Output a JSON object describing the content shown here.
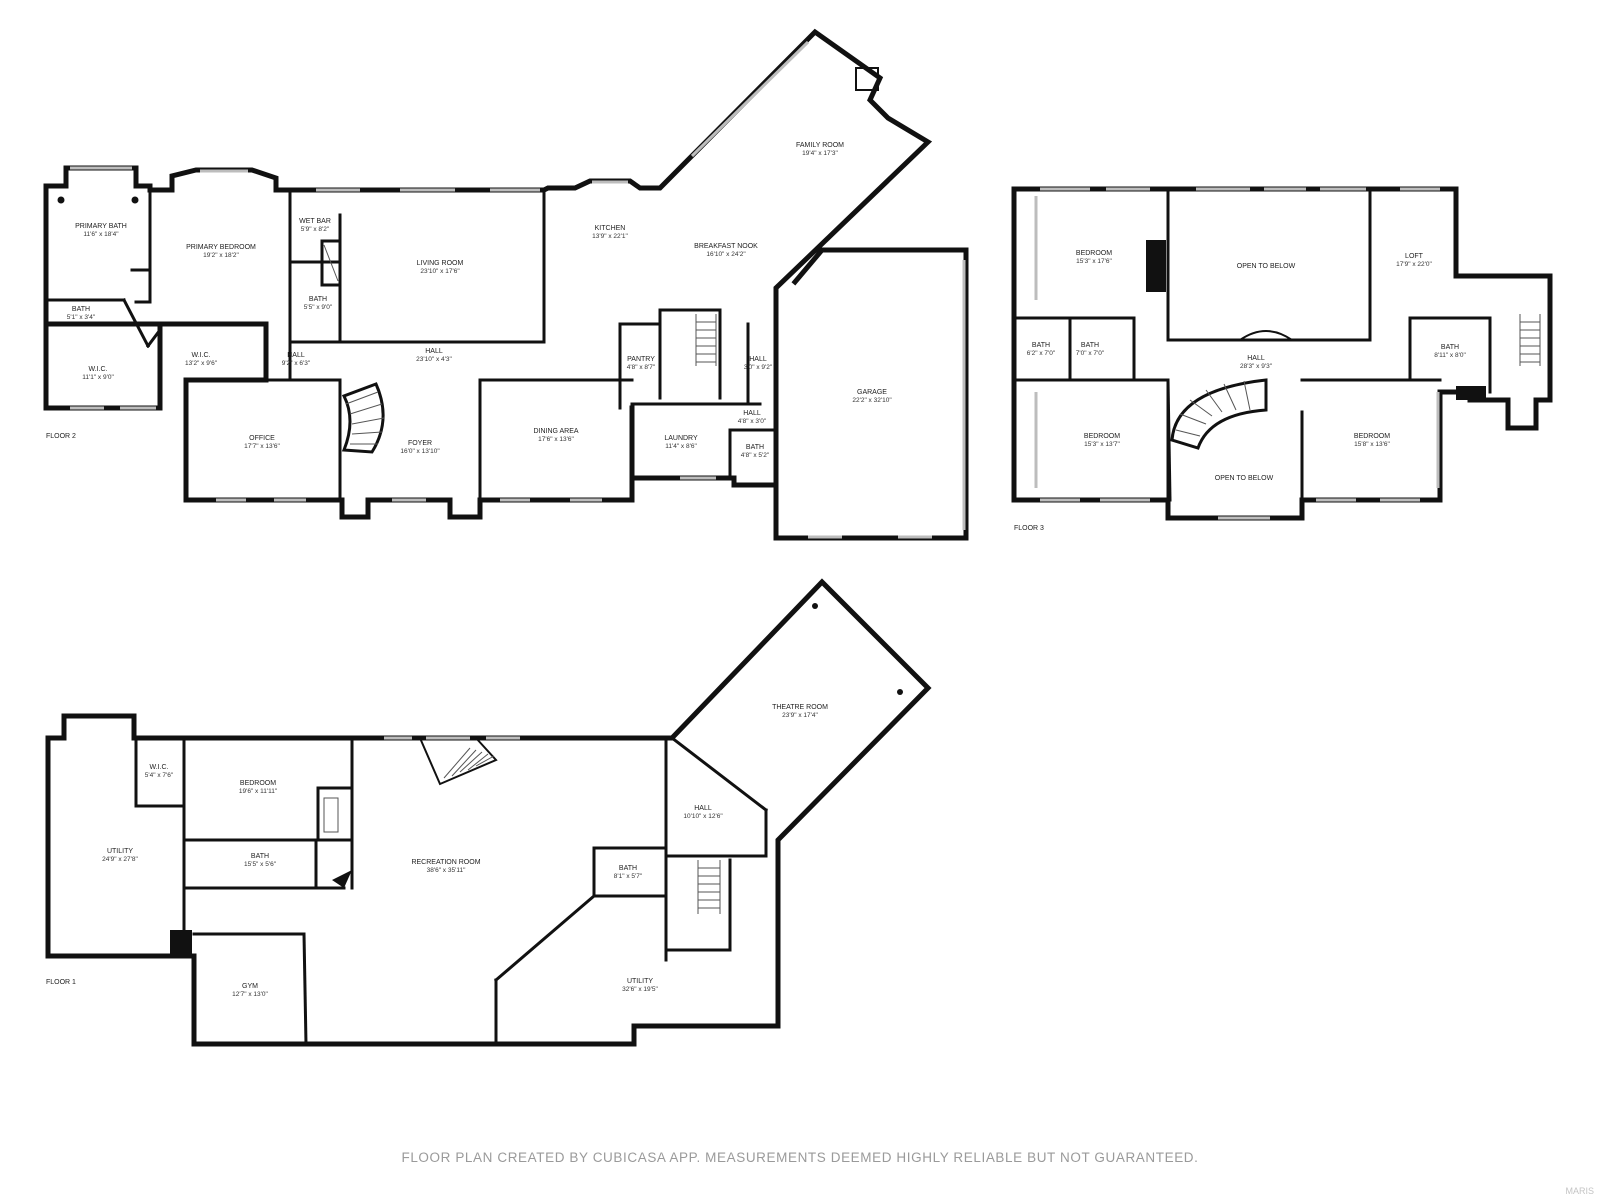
{
  "floors": [
    {
      "label": "FLOOR 2",
      "rooms": [
        {
          "name": "PRIMARY BATH",
          "dim": "11'6\" x 18'4\""
        },
        {
          "name": "PRIMARY BEDROOM",
          "dim": "19'2\" x 18'2\""
        },
        {
          "name": "WET BAR",
          "dim": "5'9\" x 8'2\""
        },
        {
          "name": "BATH",
          "dim": "5'5\" x 9'0\""
        },
        {
          "name": "LIVING ROOM",
          "dim": "23'10\" x 17'6\""
        },
        {
          "name": "KITCHEN",
          "dim": "13'9\" x 22'1\""
        },
        {
          "name": "BREAKFAST NOOK",
          "dim": "16'10\" x 24'2\""
        },
        {
          "name": "FAMILY ROOM",
          "dim": "19'4\" x 17'3\""
        },
        {
          "name": "BATH",
          "dim": "5'1\" x 3'4\""
        },
        {
          "name": "W.I.C.",
          "dim": "11'1\" x 9'0\""
        },
        {
          "name": "W.I.C.",
          "dim": "13'2\" x 9'6\""
        },
        {
          "name": "HALL",
          "dim": "9'2\" x 6'3\""
        },
        {
          "name": "HALL",
          "dim": "23'10\" x 4'3\""
        },
        {
          "name": "OFFICE",
          "dim": "17'7\" x 13'6\""
        },
        {
          "name": "FOYER",
          "dim": "16'0\" x 13'10\""
        },
        {
          "name": "DINING AREA",
          "dim": "17'6\" x 13'6\""
        },
        {
          "name": "PANTRY",
          "dim": "4'8\" x 8'7\""
        },
        {
          "name": "LAUNDRY",
          "dim": "11'4\" x 8'6\""
        },
        {
          "name": "HALL",
          "dim": "3'0\" x 9'2\""
        },
        {
          "name": "HALL",
          "dim": "4'8\" x 3'0\""
        },
        {
          "name": "BATH",
          "dim": "4'8\" x 5'2\""
        },
        {
          "name": "GARAGE",
          "dim": "22'2\" x 32'10\""
        }
      ]
    },
    {
      "label": "FLOOR 3",
      "rooms": [
        {
          "name": "BEDROOM",
          "dim": "15'3\" x 17'6\""
        },
        {
          "name": "OPEN TO BELOW",
          "dim": ""
        },
        {
          "name": "LOFT",
          "dim": "17'9\" x 22'0\""
        },
        {
          "name": "BATH",
          "dim": "6'2\" x 7'0\""
        },
        {
          "name": "BATH",
          "dim": "7'0\" x 7'0\""
        },
        {
          "name": "HALL",
          "dim": "28'3\" x 9'3\""
        },
        {
          "name": "BATH",
          "dim": "8'11\" x 8'0\""
        },
        {
          "name": "BEDROOM",
          "dim": "15'3\" x 13'7\""
        },
        {
          "name": "OPEN TO BELOW",
          "dim": ""
        },
        {
          "name": "BEDROOM",
          "dim": "15'8\" x 13'6\""
        }
      ]
    },
    {
      "label": "FLOOR 1",
      "rooms": [
        {
          "name": "THEATRE ROOM",
          "dim": "23'9\" x 17'4\""
        },
        {
          "name": "W.I.C.",
          "dim": "5'4\" x 7'6\""
        },
        {
          "name": "BEDROOM",
          "dim": "19'6\" x 11'11\""
        },
        {
          "name": "UTILITY",
          "dim": "24'9\" x 27'8\""
        },
        {
          "name": "BATH",
          "dim": "15'5\" x 5'6\""
        },
        {
          "name": "RECREATION ROOM",
          "dim": "38'6\" x 35'11\""
        },
        {
          "name": "HALL",
          "dim": "10'10\" x 12'6\""
        },
        {
          "name": "BATH",
          "dim": "8'1\" x 5'7\""
        },
        {
          "name": "GYM",
          "dim": "12'7\" x 13'0\""
        },
        {
          "name": "UTILITY",
          "dim": "32'6\" x 19'5\""
        }
      ]
    }
  ],
  "footer": "FLOOR PLAN CREATED BY CUBICASA APP. MEASUREMENTS DEEMED HIGHLY RELIABLE BUT NOT GUARANTEED.",
  "brand": "MARIS",
  "colors": {
    "wall": "#111111",
    "window": "#bdbdbd",
    "footer_text": "#9a9a9a"
  }
}
